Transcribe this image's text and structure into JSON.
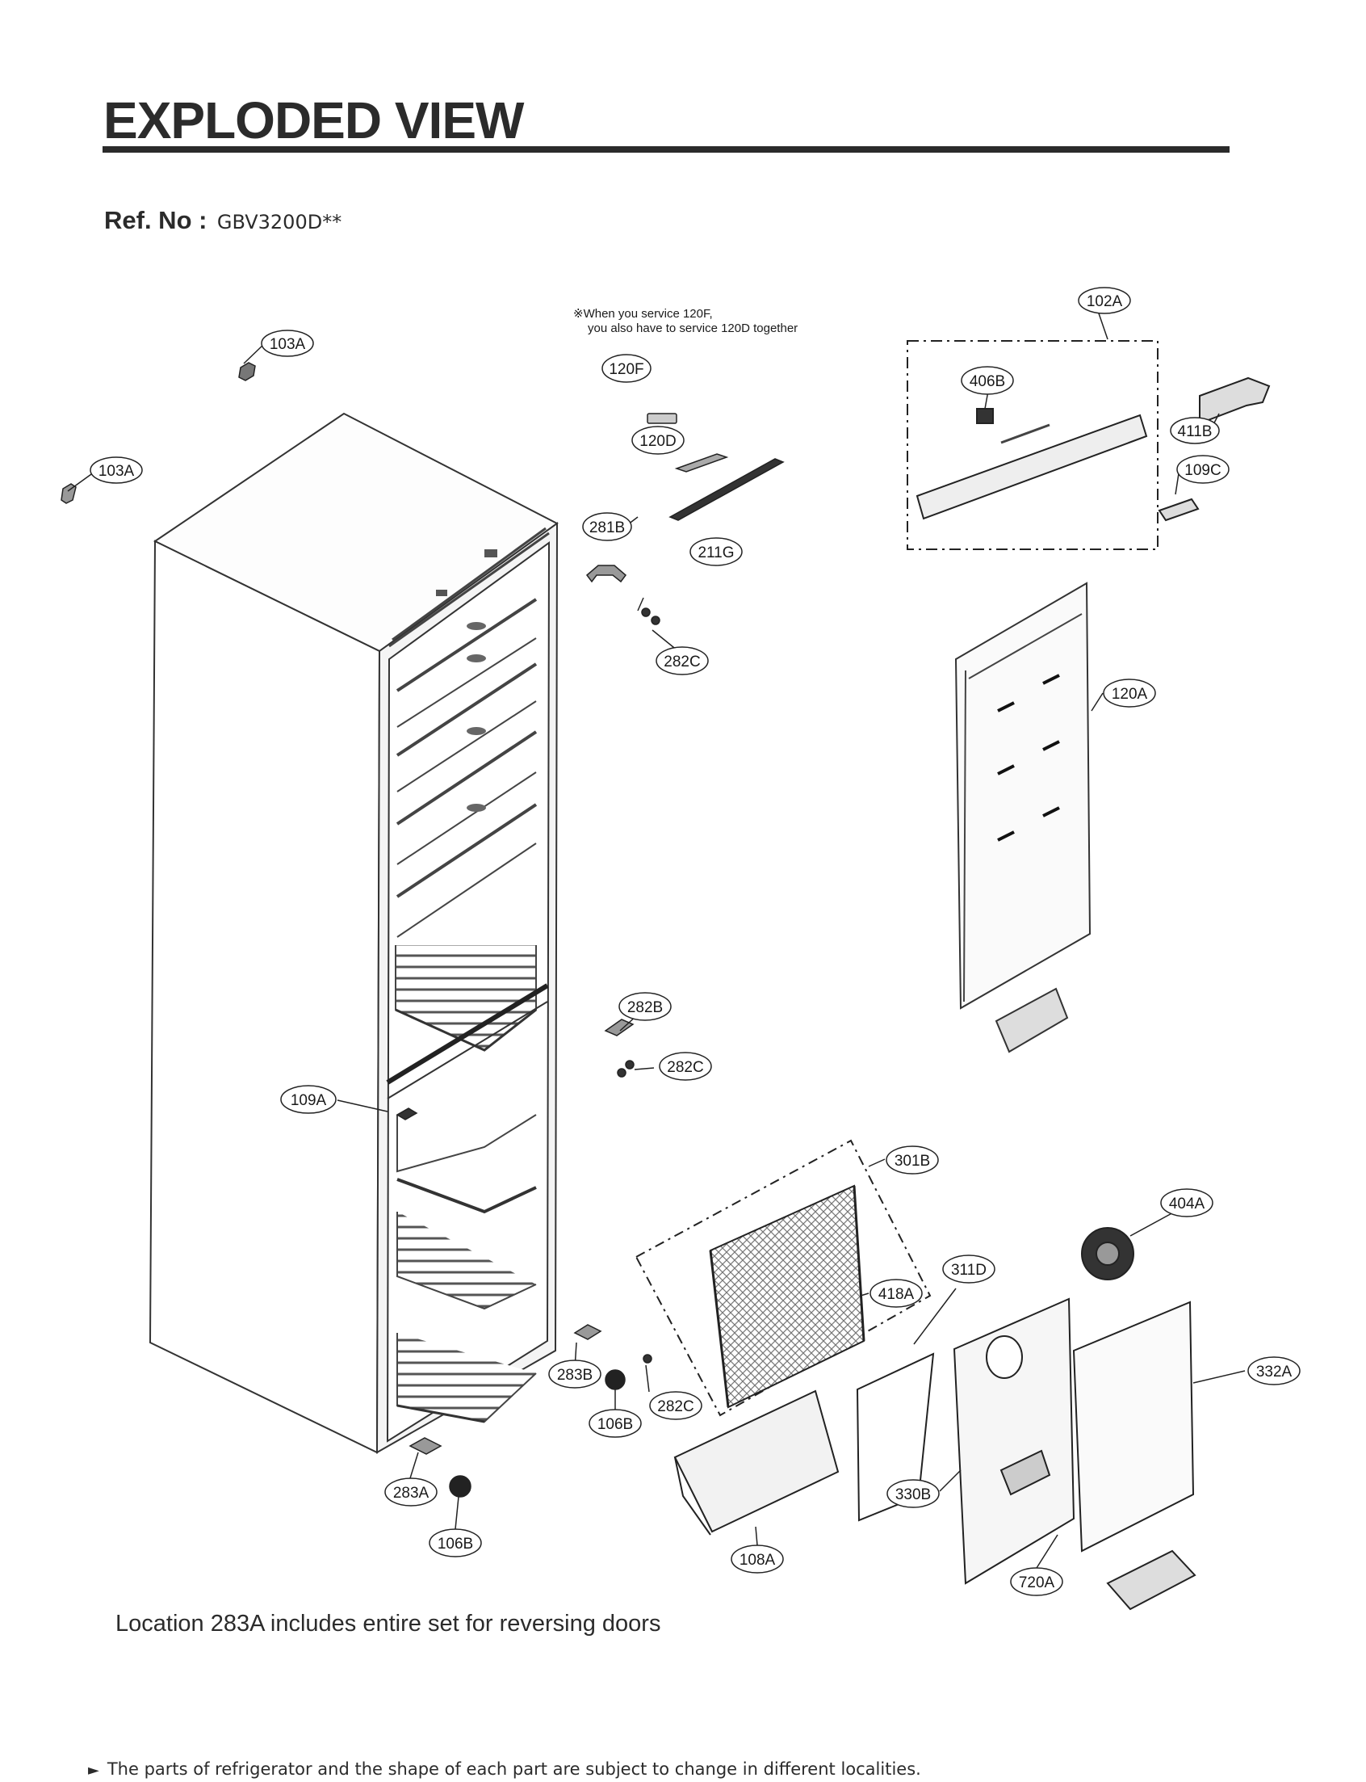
{
  "header": {
    "title": "EXPLODED VIEW",
    "ref_label": "Ref. No :",
    "ref_value": "GBV3200D**"
  },
  "notes": {
    "service_line1": "※When you service 120F,",
    "service_line2": "you also have to service 120D together",
    "location": "Location 283A includes entire set for reversing doors",
    "footer_arrow": "►",
    "footer": "The parts of refrigerator and the shape of each part are subject to change in different localities."
  },
  "callouts": {
    "c103A_top": "103A",
    "c103A_left": "103A",
    "c120F": "120F",
    "c120D": "120D",
    "c211G": "211G",
    "c281B": "281B",
    "c282C_top": "282C",
    "c102A": "102A",
    "c406B": "406B",
    "c411B": "411B",
    "c109C": "109C",
    "c120A": "120A",
    "c282B": "282B",
    "c282C_mid": "282C",
    "c109A": "109A",
    "c301B": "301B",
    "c404A": "404A",
    "c311D": "311D",
    "c418A": "418A",
    "c332A": "332A",
    "c283B": "283B",
    "c106B_mid": "106B",
    "c282C_low": "282C",
    "c330B": "330B",
    "c283A": "283A",
    "c106B_low": "106B",
    "c108A": "108A",
    "c720A": "720A"
  }
}
